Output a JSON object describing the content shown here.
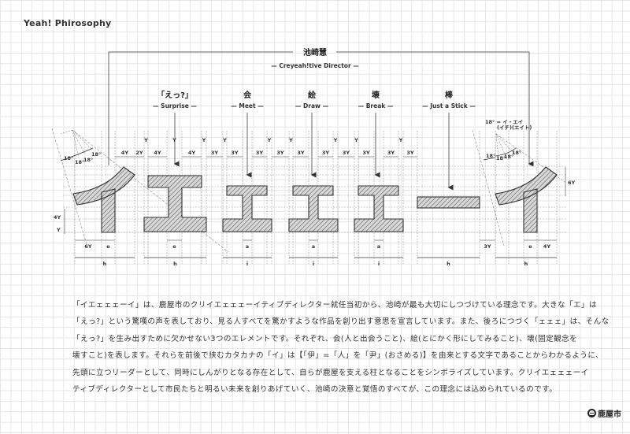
{
  "page": {
    "title": "Yeah! Phirosophy"
  },
  "director": {
    "name": "池崎慧",
    "role": "Creyeah!tive Director"
  },
  "elements": [
    {
      "jp": "「えっ?」",
      "en": "Surprise"
    },
    {
      "jp": "会",
      "en": "Meet"
    },
    {
      "jp": "絵",
      "en": "Draw"
    },
    {
      "jp": "壊",
      "en": "Break"
    },
    {
      "jp": "棒",
      "en": "Just a Stick"
    }
  ],
  "angle_note": {
    "main": "18° = イ・エイ",
    "ruby": "(イチ)(エイト)",
    "angle": "18°"
  },
  "dimensions": {
    "top_row": [
      "4Y",
      "2Y",
      "4Y",
      "4Y",
      "3Y",
      "3Y",
      "3Y",
      "3Y",
      "3Y",
      "3Y",
      "3Y",
      "3Y",
      "3Y",
      "3Y"
    ],
    "y_unit": "Y",
    "left_height": "4Y",
    "right_height": "6Y",
    "bottom_row1": [
      "6Y",
      "e",
      "e",
      "a",
      "a",
      "a",
      "3Y",
      "e",
      "4Y"
    ],
    "bottom_row2": [
      "h",
      "h",
      "i",
      "i",
      "i",
      "h",
      "h"
    ]
  },
  "glyphs": [
    "イ",
    "エ",
    "ェ",
    "ェ",
    "ェ",
    "ー",
    "イ"
  ],
  "body": {
    "lines": [
      "「イエェェェーイ」は、鹿屋市のクリイエェェェーイティブディレクター就任当初から、池崎が最も大切にしつづけている理念です。大きな「エ」は",
      "「えっ?」という驚嘆の声を表しており、見る人すべてを驚かすような作品を創り出す意思を宣言しています。また、後ろにつづく「ェェェ」は、そんな",
      "「えっ?」を生み出すために欠かせない3つのエレメントです。それぞれ、会(人と出会うこと)、絵(とにかく形にしてみること)、壊(固定観念を",
      "壊すこと)を表します。それらを前後で挟むカタカナの「イ」は【「伊」=「人」を「尹」(おさめる)】を由来とする文字であることからわかるように、",
      "先頭に立つリーダーとして、同時にしんがりとなる存在として、自らが鹿屋を支える柱となることをシンボライズしています。クリイエェェェーイ",
      "ティブディレクターとして市民たちと明るい未来を創りあげていく、池崎の決意と覚悟のすべてが、この理念には込められているのです。"
    ]
  },
  "logo": {
    "text": "鹿屋市"
  },
  "colors": {
    "line": "#555555",
    "hatch": "#888888",
    "grid": "#e6e6e6"
  }
}
